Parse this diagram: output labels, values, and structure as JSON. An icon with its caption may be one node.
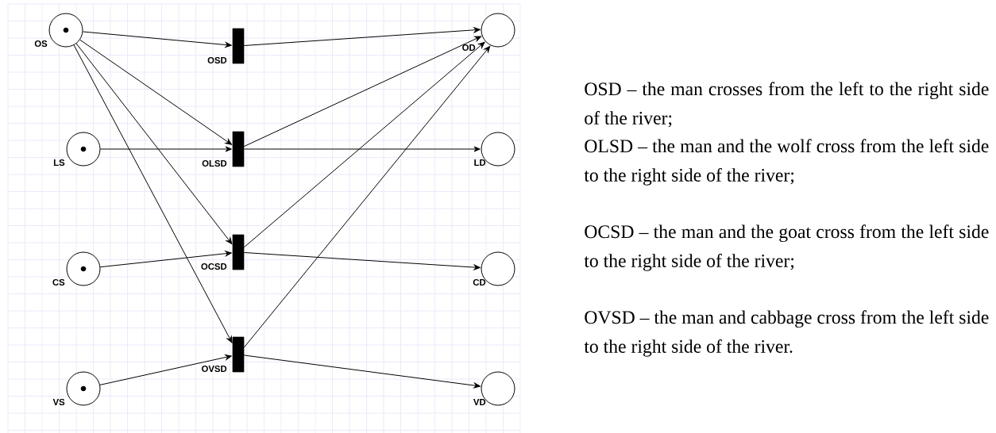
{
  "diagram": {
    "nodes": [
      {
        "text": [],
        "shape": "circle",
        "beside": [
          "OS"
        ]
      },
      {
        "text": [],
        "shape": "circle",
        "beside": [
          "LS"
        ]
      },
      {
        "text": [],
        "shape": "circle",
        "beside": [
          "CS"
        ]
      },
      {
        "text": [],
        "shape": "circle",
        "beside": [
          "VS"
        ]
      },
      {
        "text": [],
        "shape": "bar",
        "beside": [
          "OSD"
        ]
      },
      {
        "text": [],
        "shape": "bar",
        "beside": [
          "OLSD"
        ]
      },
      {
        "text": [],
        "shape": "bar",
        "beside": [
          "OCSD"
        ]
      },
      {
        "text": [],
        "shape": "bar",
        "beside": [
          "OVSD"
        ]
      },
      {
        "text": [],
        "shape": "circle",
        "beside": [
          "OD"
        ]
      },
      {
        "text": [],
        "shape": "circle",
        "beside": [
          "LD"
        ]
      },
      {
        "text": [],
        "shape": "circle",
        "beside": [
          "CD"
        ]
      },
      {
        "text": [],
        "shape": "circle",
        "beside": [
          "VD"
        ]
      }
    ],
    "edges": [
      {
        "from": 0,
        "to": 4,
        "arrow": "to"
      },
      {
        "from": 4,
        "to": 8,
        "arrow": "to"
      },
      {
        "from": 0,
        "to": 5,
        "arrow": "to"
      },
      {
        "from": 1,
        "to": 5,
        "arrow": "to"
      },
      {
        "from": 5,
        "to": 8,
        "arrow": "to"
      },
      {
        "from": 5,
        "to": 9,
        "arrow": "to"
      },
      {
        "from": 0,
        "to": 6,
        "arrow": "to"
      },
      {
        "from": 2,
        "to": 6,
        "arrow": "to"
      },
      {
        "from": 6,
        "to": 8,
        "arrow": "to"
      },
      {
        "from": 6,
        "to": 10,
        "arrow": "to"
      },
      {
        "from": 0,
        "to": 7,
        "arrow": "to"
      },
      {
        "from": 3,
        "to": 7,
        "arrow": "to"
      },
      {
        "from": 7,
        "to": 8,
        "arrow": "to"
      },
      {
        "from": 7,
        "to": 11,
        "arrow": "to"
      }
    ],
    "labels": [
      "OSD – the man crosses from the left to the right side of the river;",
      "OLSD – the man and the wolf cross from the left side to the right side of the river;",
      "OCSD – the man and the goat cross from the left side to the right side of the river;",
      "OVSD – the man and cabbage cross from the left side to the right side of the river."
    ]
  }
}
